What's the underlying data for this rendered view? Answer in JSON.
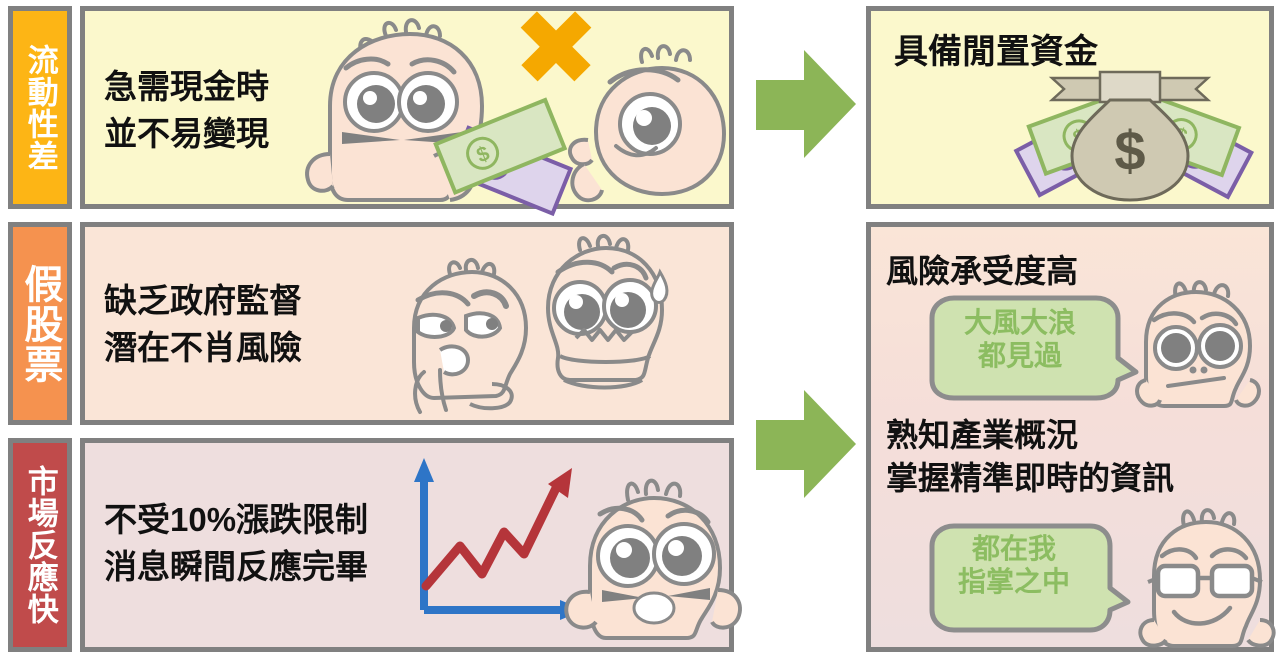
{
  "colors": {
    "border_gray": "#808080",
    "tab_liquidity": "#fdb515",
    "tab_fake_stock": "#f5924f",
    "tab_market": "#c04b4b",
    "panel_yellow": "#fbf8cc",
    "panel_peach": "#fae5d7",
    "panel_pink_top": "#f6e3e0",
    "panel_pink": "#eedede",
    "arrow_green": "#8cb557",
    "bubble_fill": "#cfe2b0",
    "bubble_border": "#8d8d8d",
    "bubble_text": "#8cbd61",
    "cross_orange": "#f5a800",
    "chart_axis_blue": "#2e75c7",
    "chart_line_red": "#b5353a",
    "skin": "#fbe3d4",
    "outline": "#8a8a8a",
    "money_green": "#8fb660",
    "money_purple": "#7b5ea7",
    "bag_fill": "#cfc9b2"
  },
  "left_column": {
    "rows": [
      {
        "tab_label": "流動性差",
        "tab_color": "#fdb515",
        "panel_color": "#fbf8cc",
        "text": "急需現金時\n並不易變現",
        "illustration": "two-characters-cash-rejected"
      },
      {
        "tab_label": "假股票",
        "tab_color": "#f5924f",
        "panel_color": "#fae5d7",
        "text": "缺乏政府監督\n潛在不肖風險",
        "illustration": "two-characters-suspicious-worried"
      },
      {
        "tab_label": "市場反應快",
        "tab_color": "#c04b4b",
        "panel_color": "#eedede",
        "text": "不受10%漲跌限制\n消息瞬間反應完畢",
        "illustration": "rising-chart-and-shocked-character"
      }
    ]
  },
  "arrows": [
    {
      "name": "arrow-top",
      "direction": "right",
      "color": "#8cb557"
    },
    {
      "name": "arrow-bottom",
      "direction": "right",
      "color": "#8cb557"
    }
  ],
  "right_column": {
    "panels": [
      {
        "heading": "具備閒置資金",
        "panel_color": "#fbf8cc",
        "illustration": "money-bag-with-banknotes"
      },
      {
        "heading_1": "風險承受度高",
        "heading_2": "熟知產業概況\n掌握精準即時的資訊",
        "panel_color_top": "#fae5d7",
        "panel_color_bottom": "#eedede",
        "bubbles": [
          {
            "name": "bubble-big-waves",
            "text": "大風大浪\n都見過"
          },
          {
            "name": "bubble-in-my-grasp",
            "text": "都在我\n指掌之中"
          }
        ],
        "illustrations": [
          "confident-character",
          "glasses-character"
        ]
      }
    ]
  }
}
